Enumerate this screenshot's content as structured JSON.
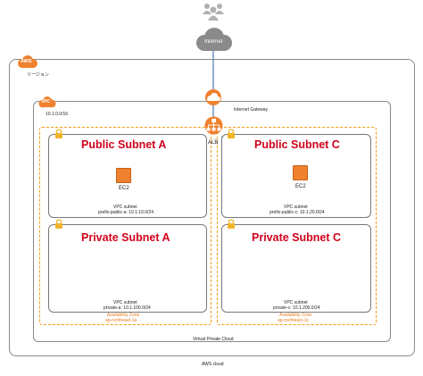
{
  "internet": {
    "label": "Internet"
  },
  "aws": {
    "badge": "AWS",
    "region": "リージョン",
    "footer": "AWS cloud"
  },
  "vpc": {
    "badge": "VPC",
    "cidr": "10.1.0.0/16",
    "footer": "Virtual Private Cloud"
  },
  "igw": {
    "label": "Internet Gateway"
  },
  "alb": {
    "label": "ALB"
  },
  "az_a": {
    "title": "Availability Zone",
    "name": "ap-northeast-1a"
  },
  "az_c": {
    "title": "Availability Zone",
    "name": "ap-northeast-1c"
  },
  "subnets": {
    "public_a": {
      "title": "Public Subnet A",
      "type": "VPC subnet",
      "detail": "prefix-public-a: 10.1.10.0/24",
      "ec2": "EC2"
    },
    "public_c": {
      "title": "Public Subnet C",
      "type": "VPC subnet",
      "detail": "prefix-public-c: 10.1.20.0/24",
      "ec2": "EC2"
    },
    "private_a": {
      "title": "Private Subnet A",
      "type": "VPC subnet",
      "detail": "private-a: 10.1.100.0/24"
    },
    "private_c": {
      "title": "Private Subnet C",
      "type": "VPC subnet",
      "detail": "private-c: 10.1.200.0/24"
    }
  },
  "colors": {
    "aws_orange": "#f0812e",
    "subnet_title_red": "#d0021b",
    "az_orange": "#f39c12",
    "arrow_blue": "#2a5caa",
    "cloud_gray": "#8a8a8a"
  }
}
